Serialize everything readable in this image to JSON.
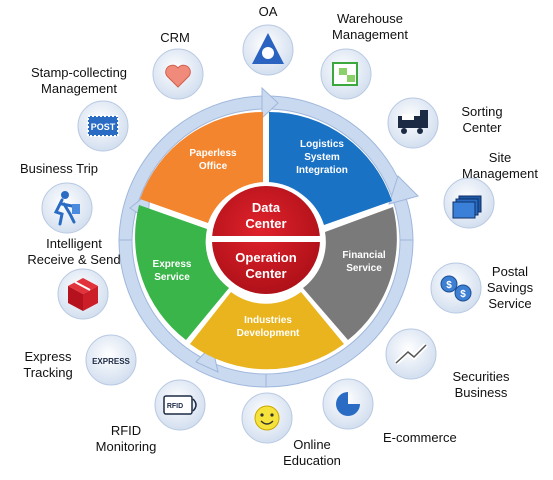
{
  "center": {
    "top_line1": "Data",
    "top_line2": "Center",
    "bottom_line1": "Operation",
    "bottom_line2": "Center"
  },
  "segments": [
    {
      "line1": "Paperless",
      "line2": "Office",
      "line3": "",
      "color": "#f2852e"
    },
    {
      "line1": "Logistics",
      "line2": "System",
      "line3": "Integration",
      "color": "#1a72c4"
    },
    {
      "line1": "Financial",
      "line2": "Service",
      "line3": "",
      "color": "#7a7a7a"
    },
    {
      "line1": "Industries",
      "line2": "Development",
      "line3": "",
      "color": "#e9b41e"
    },
    {
      "line1": "Express",
      "line2": "Service",
      "line3": "",
      "color": "#3ab54a"
    }
  ],
  "satellites": {
    "oa": "OA",
    "warehouse_line1": "Warehouse",
    "warehouse_line2": "Management",
    "sorting_line1": "Sorting",
    "sorting_line2": "Center",
    "site_line1": "Site",
    "site_line2": "Management",
    "postal_line1": "Postal",
    "postal_line2": "Savings",
    "postal_line3": "Service",
    "securities_line1": "Securities",
    "securities_line2": "Business",
    "ecommerce": "E-commerce",
    "online_line1": "Online",
    "online_line2": "Education",
    "rfid_line1": "RFID",
    "rfid_line2": "Monitoring",
    "express_tracking_line1": "Express",
    "express_tracking_line2": "Tracking",
    "intelligent_line1": "Intelligent",
    "intelligent_line2": "Receive & Send",
    "business_trip": "Business Trip",
    "stamp_line1": "Stamp-collecting",
    "stamp_line2": "Management",
    "crm": "CRM"
  },
  "icons": {
    "post_text": "POST",
    "express_text": "EXPRESS",
    "rfid_text": "RFID"
  },
  "colors": {
    "red_core": "#c8141e",
    "ring_light": "#c9d9ef",
    "icon_circle": "#dfe7f3"
  }
}
